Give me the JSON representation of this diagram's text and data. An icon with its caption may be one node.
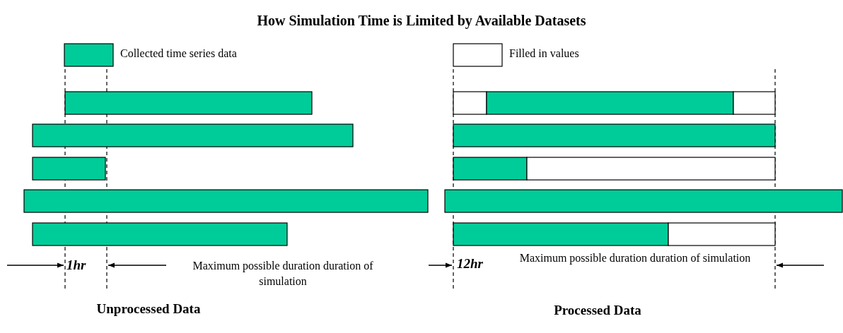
{
  "diagram": {
    "title": "How Simulation Time is Limited by Available Datasets",
    "labels": [
      "1hr",
      "Maximum possible duration duration of simulation",
      "Unprocessed Data",
      "12hr",
      "Maximum possible duration duration of simulation",
      "Processed Data"
    ],
    "legend": [
      {
        "text": "Collected time series data",
        "color": "#00cc99"
      },
      {
        "text": "Filled in values",
        "color": "#ffffff"
      }
    ]
  }
}
